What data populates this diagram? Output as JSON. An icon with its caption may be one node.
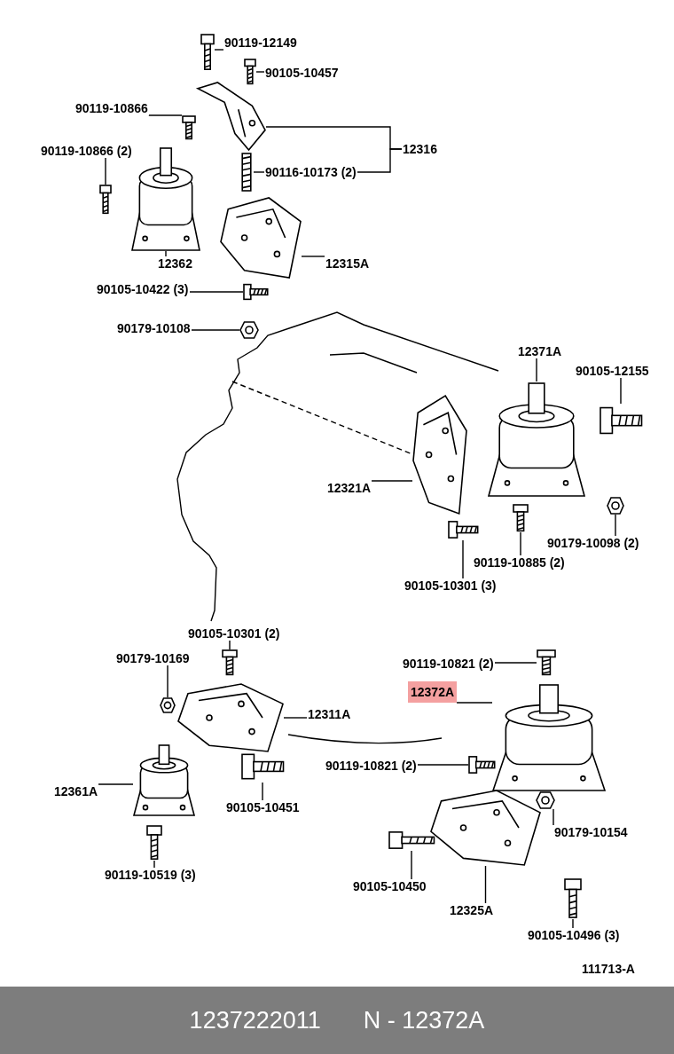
{
  "diagram": {
    "nodes": [
      {
        "text": [
          "90119-12149"
        ]
      },
      {
        "text": [
          "90105-10457"
        ]
      },
      {
        "text": [
          "90119-10866"
        ]
      },
      {
        "text": [
          "90119-10866 (2)"
        ]
      },
      {
        "text": [
          "12316"
        ]
      },
      {
        "text": [
          "90116-10173 (2)"
        ]
      },
      {
        "text": [
          "12362"
        ]
      },
      {
        "text": [
          "12315A"
        ]
      },
      {
        "text": [
          "90105-10422 (3)"
        ]
      },
      {
        "text": [
          "90179-10108"
        ]
      },
      {
        "text": [
          "12371A"
        ]
      },
      {
        "text": [
          "90105-12155"
        ]
      },
      {
        "text": [
          "12321A"
        ]
      },
      {
        "text": [
          "90105-10301 (3)"
        ]
      },
      {
        "text": [
          "90119-10885 (2)"
        ]
      },
      {
        "text": [
          "90179-10098 (2)"
        ]
      },
      {
        "text": [
          "90105-10301 (2)"
        ]
      },
      {
        "text": [
          "90179-10169"
        ]
      },
      {
        "text": [
          "12311A"
        ]
      },
      {
        "text": [
          "90119-10821 (2)"
        ]
      },
      {
        "text": [
          "12372A"
        ]
      },
      {
        "text": [
          "90119-10821 (2)"
        ]
      },
      {
        "text": [
          "12361A"
        ]
      },
      {
        "text": [
          "90105-10451"
        ]
      },
      {
        "text": [
          "90179-10154"
        ]
      },
      {
        "text": [
          "90105-10450"
        ]
      },
      {
        "text": [
          "12325A"
        ]
      },
      {
        "text": [
          "90119-10519 (3)"
        ]
      },
      {
        "text": [
          "90105-10496 (3)"
        ]
      },
      {
        "text": [],
        "shape": "picture"
      },
      {
        "text": [],
        "shape": "picture"
      },
      {
        "text": [],
        "shape": "picture"
      },
      {
        "text": [],
        "shape": "picture"
      },
      {
        "text": [],
        "shape": "picture"
      },
      {
        "text": [],
        "shape": "picture"
      },
      {
        "text": [],
        "shape": "picture"
      },
      {
        "text": [],
        "shape": "picture"
      },
      {
        "text": [],
        "shape": "picture"
      },
      {
        "text": [],
        "shape": "picture"
      },
      {
        "text": [],
        "shape": "picture"
      },
      {
        "text": [],
        "shape": "picture"
      },
      {
        "text": [],
        "shape": "picture"
      },
      {
        "text": [],
        "shape": "picture"
      },
      {
        "text": [],
        "shape": "picture"
      },
      {
        "text": [],
        "shape": "picture"
      },
      {
        "text": [],
        "shape": "picture"
      },
      {
        "text": [],
        "shape": "picture"
      },
      {
        "text": [],
        "shape": "picture"
      },
      {
        "text": [],
        "shape": "picture"
      },
      {
        "text": [],
        "shape": "picture"
      },
      {
        "text": [],
        "shape": "picture"
      },
      {
        "text": [],
        "shape": "picture"
      },
      {
        "text": [],
        "shape": "picture"
      },
      {
        "text": [],
        "shape": "picture"
      },
      {
        "text": [],
        "shape": "picture"
      },
      {
        "text": [],
        "shape": "picture"
      },
      {
        "text": [],
        "shape": "picture"
      },
      {
        "text": [],
        "shape": "picture"
      }
    ],
    "edges": [
      {
        "from": 0,
        "to": 29,
        "arrow": "none"
      },
      {
        "from": 1,
        "to": 30,
        "arrow": "none"
      },
      {
        "from": 2,
        "to": 31,
        "arrow": "none"
      },
      {
        "from": 3,
        "to": 32,
        "arrow": "none"
      },
      {
        "from": 4,
        "to": 33,
        "arrow": "none"
      },
      {
        "from": 5,
        "to": 34,
        "arrow": "none"
      },
      {
        "from": 6,
        "to": 35,
        "arrow": "none"
      },
      {
        "from": 7,
        "to": 36,
        "arrow": "none"
      },
      {
        "from": 8,
        "to": 37,
        "arrow": "none"
      },
      {
        "from": 9,
        "to": 38,
        "arrow": "none"
      },
      {
        "from": 10,
        "to": 39,
        "arrow": "none"
      },
      {
        "from": 11,
        "to": 40,
        "arrow": "none"
      },
      {
        "from": 12,
        "to": 41,
        "arrow": "none"
      },
      {
        "from": 13,
        "to": 42,
        "arrow": "none"
      },
      {
        "from": 14,
        "to": 43,
        "arrow": "none"
      },
      {
        "from": 15,
        "to": 44,
        "arrow": "none"
      },
      {
        "from": 16,
        "to": 45,
        "arrow": "none"
      },
      {
        "from": 17,
        "to": 46,
        "arrow": "none"
      },
      {
        "from": 18,
        "to": 47,
        "arrow": "none"
      },
      {
        "from": 19,
        "to": 48,
        "arrow": "none"
      },
      {
        "from": 20,
        "to": 49,
        "arrow": "none"
      },
      {
        "from": 21,
        "to": 50,
        "arrow": "none"
      },
      {
        "from": 22,
        "to": 51,
        "arrow": "none"
      },
      {
        "from": 23,
        "to": 52,
        "arrow": "none"
      },
      {
        "from": 24,
        "to": 53,
        "arrow": "none"
      },
      {
        "from": 25,
        "to": 54,
        "arrow": "none"
      },
      {
        "from": 26,
        "to": 55,
        "arrow": "none"
      },
      {
        "from": 27,
        "to": 56,
        "arrow": "none"
      },
      {
        "from": 28,
        "to": 57,
        "arrow": "none"
      },
      {
        "from": 4,
        "to": 5,
        "arrow": "none"
      }
    ],
    "labels": [
      "111713-A",
      "1237222011",
      "N - 12372A"
    ]
  }
}
